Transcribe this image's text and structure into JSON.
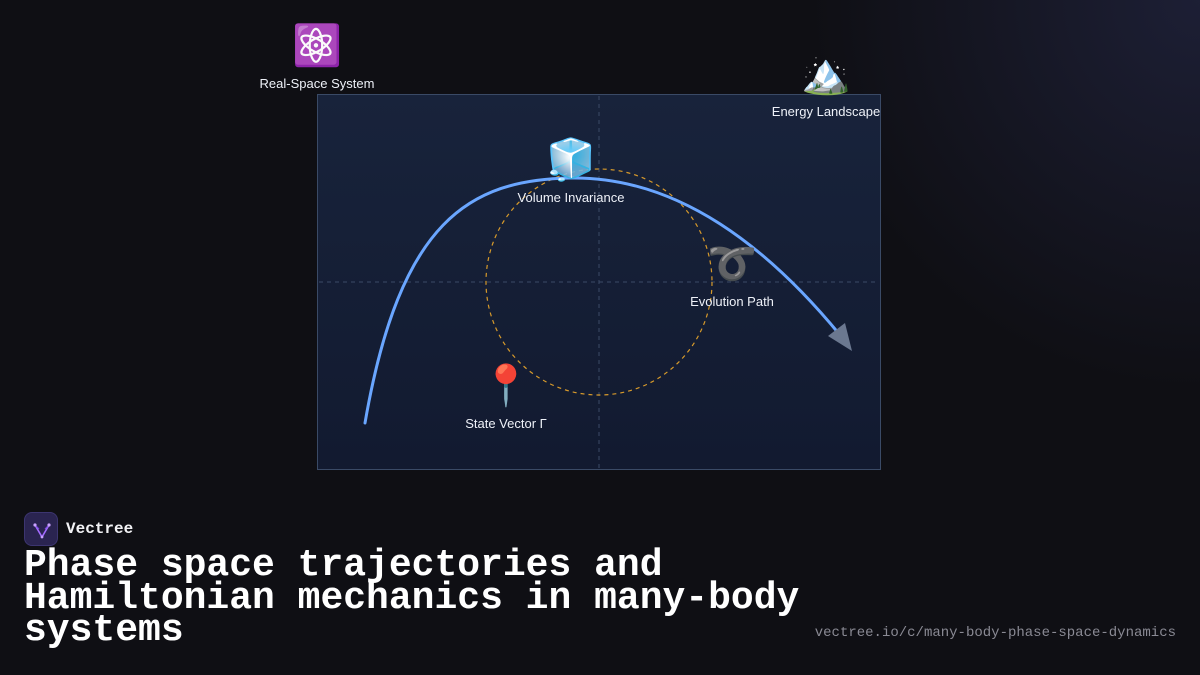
{
  "diagram": {
    "nodes": [
      {
        "id": "real-space-system",
        "icon": "atom-icon",
        "emoji": "⚛️",
        "label": "Real-Space System"
      },
      {
        "id": "energy-landscape",
        "icon": "mountain-icon",
        "emoji": "🏔️",
        "label": "Energy Landscape"
      },
      {
        "id": "volume-invariance",
        "icon": "ice-cube-icon",
        "emoji": "🧊",
        "label": "Volume Invariance"
      },
      {
        "id": "evolution-path",
        "icon": "curly-loop-icon",
        "emoji": "➰",
        "label": "Evolution Path"
      },
      {
        "id": "state-vector",
        "icon": "pin-icon",
        "emoji": "📍",
        "label": "State Vector Γ"
      }
    ]
  },
  "brand": {
    "name": "Vectree",
    "icon": "vectree-logo-icon"
  },
  "title": "Phase space trajectories and Hamiltonian mechanics in many-body systems",
  "url": "vectree.io/c/many-body-phase-space-dynamics",
  "colors": {
    "background": "#0f0f14",
    "panel": "#16203a",
    "panel_border": "#3a4a66",
    "trajectory": "#6aa6ff",
    "arrowhead": "#6b7890",
    "phase_circle": "#d79a2b",
    "axis": "#3b4a66"
  }
}
